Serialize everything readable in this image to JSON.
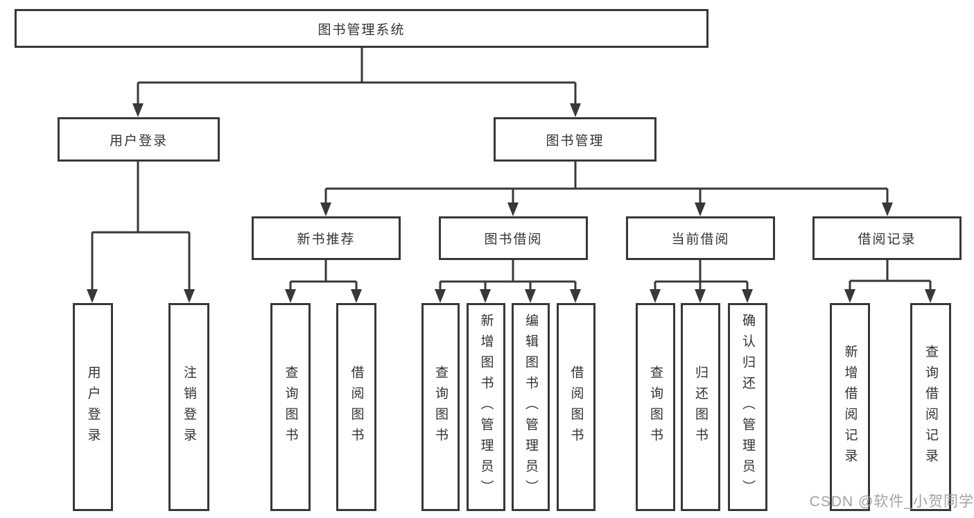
{
  "diagram": {
    "title": "图书管理系统",
    "nodes": {
      "root": {
        "label": "图书管理系统"
      },
      "level2": [
        {
          "label": "用户登录"
        },
        {
          "label": "图书管理"
        }
      ],
      "level3": [
        {
          "label": "新书推荐",
          "parent": "图书管理"
        },
        {
          "label": "图书借阅",
          "parent": "图书管理"
        },
        {
          "label": "当前借阅",
          "parent": "图书管理"
        },
        {
          "label": "借阅记录",
          "parent": "图书管理"
        }
      ],
      "leaves": [
        {
          "label": "用户登录",
          "parent": "用户登录"
        },
        {
          "label": "注销登录",
          "parent": "用户登录"
        },
        {
          "label": "查询图书",
          "parent": "新书推荐"
        },
        {
          "label": "借阅图书",
          "parent": "新书推荐"
        },
        {
          "label": "查询图书",
          "parent": "图书借阅"
        },
        {
          "label": "新增图书（管理员）",
          "parent": "图书借阅"
        },
        {
          "label": "编辑图书（管理员）",
          "parent": "图书借阅"
        },
        {
          "label": "借阅图书",
          "parent": "图书借阅"
        },
        {
          "label": "查询图书",
          "parent": "当前借阅"
        },
        {
          "label": "归还图书",
          "parent": "当前借阅"
        },
        {
          "label": "确认归还（管理员）",
          "parent": "当前借阅"
        },
        {
          "label": "新增借阅记录",
          "parent": "借阅记录"
        },
        {
          "label": "查询借阅记录",
          "parent": "借阅记录"
        }
      ]
    },
    "hierarchy": {
      "图书管理系统": {
        "用户登录": [
          "用户登录",
          "注销登录"
        ],
        "图书管理": {
          "新书推荐": [
            "查询图书",
            "借阅图书"
          ],
          "图书借阅": [
            "查询图书",
            "新增图书（管理员）",
            "编辑图书（管理员）",
            "借阅图书"
          ],
          "当前借阅": [
            "查询图书",
            "归还图书",
            "确认归还（管理员）"
          ],
          "借阅记录": [
            "新增借阅记录",
            "查询借阅记录"
          ]
        }
      }
    }
  },
  "watermark": {
    "text": "CSDN @软件_小贺同学"
  },
  "colors": {
    "line": "#383838",
    "text": "#333333",
    "background": "#ffffff",
    "watermark": "#a3a3a3"
  }
}
